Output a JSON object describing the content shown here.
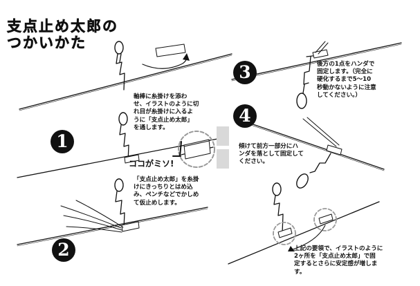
{
  "title": {
    "line1": "支点止め太郎の",
    "line2": "つかいかた"
  },
  "steps": [
    {
      "number": "1",
      "text": [
        "軸棒に糸掛けを添わ",
        "せ、イラストのように切",
        "れ目が糸掛けに入るよ",
        "うに「支点止め太郎」",
        "を通します。"
      ]
    },
    {
      "number": "2",
      "text": [
        "「支点止め太郎」を糸掛",
        "けにきっちりとはめ込",
        "み、ペンチなどでかしめ",
        "て仮止めします。"
      ]
    },
    {
      "number": "3",
      "text": [
        "後方の1点をハンダで",
        "固定します。（完全に",
        "硬化するまで5～10",
        "秒動かないように注意",
        "してください。）"
      ]
    },
    {
      "number": "4",
      "text": [
        "傾けて前方一部分にハ",
        "ンダを落として固定して",
        "ください。"
      ]
    }
  ],
  "warning_label": "ココがミソ!",
  "footer_note": [
    "上記の要領で、イラストのように",
    "2ヶ所を「支点止め太郎」で固",
    "定するとさらに安定感が増しま",
    "す。"
  ],
  "colors": {
    "ink": "#111111",
    "accent_gray": "#d9d9d9",
    "dashed_circle": "#999999"
  }
}
